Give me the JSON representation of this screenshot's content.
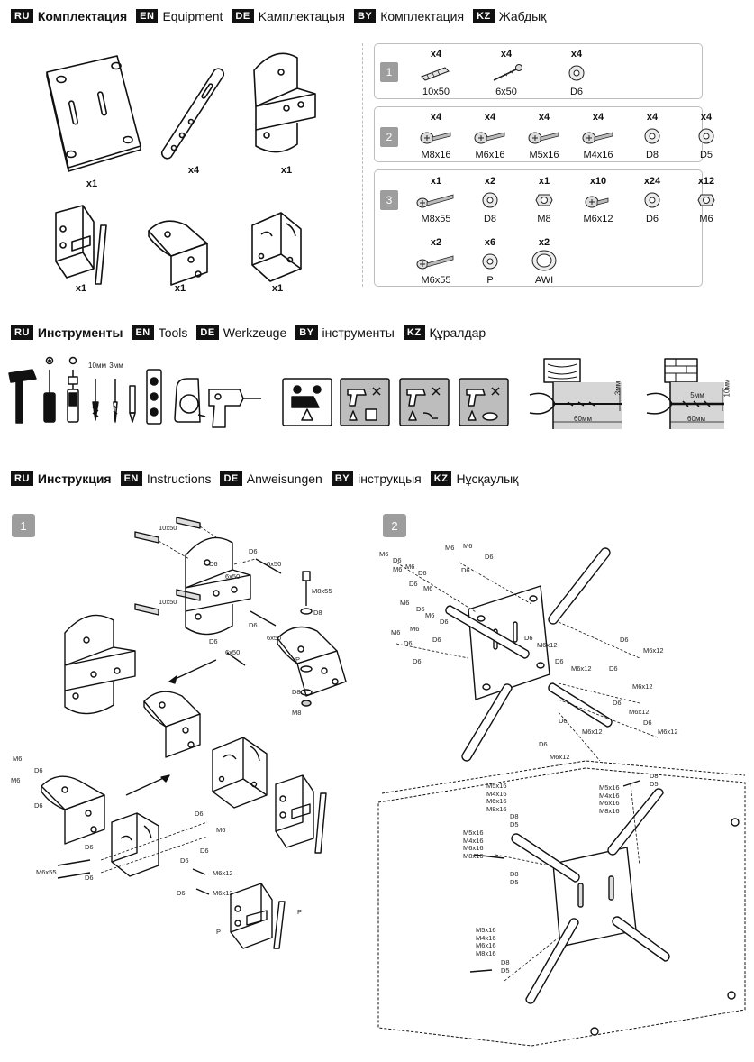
{
  "sections": {
    "equipment": {
      "headers": [
        {
          "tag": "RU",
          "label": "Комплектация",
          "strong": true
        },
        {
          "tag": "EN",
          "label": "Equipment"
        },
        {
          "tag": "DE",
          "label": "Kамплектацыя"
        },
        {
          "tag": "BY",
          "label": "Комплектация"
        },
        {
          "tag": "KZ",
          "label": "Жабдық"
        }
      ]
    },
    "tools": {
      "headers": [
        {
          "tag": "RU",
          "label": "Инструменты",
          "strong": true
        },
        {
          "tag": "EN",
          "label": "Tools"
        },
        {
          "tag": "DE",
          "label": "Werkzeuge"
        },
        {
          "tag": "BY",
          "label": "iнструменты"
        },
        {
          "tag": "KZ",
          "label": "Құралдар"
        }
      ],
      "drill_sizes": [
        "10мм",
        "3мм"
      ],
      "wood_dims": [
        "3мм",
        "60мм"
      ],
      "brick_dims": [
        "5мм",
        "10мм",
        "60мм"
      ]
    },
    "instructions": {
      "headers": [
        {
          "tag": "RU",
          "label": "Инструкция",
          "strong": true
        },
        {
          "tag": "EN",
          "label": "Instructions"
        },
        {
          "tag": "DE",
          "label": "Anweisungen"
        },
        {
          "tag": "BY",
          "label": "iнструкцыя"
        },
        {
          "tag": "KZ",
          "label": "Нұсқаулық"
        }
      ]
    }
  },
  "parts": {
    "plate_qty": "x1",
    "strap_qty": "x4",
    "bracket_qty": "x1",
    "row2_qty": [
      "x1",
      "x1",
      "x1"
    ]
  },
  "hardware": {
    "box1": {
      "number": "1",
      "items": [
        {
          "qty": "x4",
          "name": "10x50",
          "icon": "anchor"
        },
        {
          "qty": "x4",
          "name": "6x50",
          "icon": "wood-screw"
        },
        {
          "qty": "x4",
          "name": "D6",
          "icon": "washer"
        }
      ]
    },
    "box2": {
      "number": "2",
      "items": [
        {
          "qty": "x4",
          "name": "M8x16",
          "icon": "bolt"
        },
        {
          "qty": "x4",
          "name": "M6x16",
          "icon": "bolt"
        },
        {
          "qty": "x4",
          "name": "M5x16",
          "icon": "bolt"
        },
        {
          "qty": "x4",
          "name": "M4x16",
          "icon": "bolt"
        },
        {
          "qty": "x4",
          "name": "D8",
          "icon": "washer"
        },
        {
          "qty": "x4",
          "name": "D5",
          "icon": "washer"
        }
      ]
    },
    "box3": {
      "number": "3",
      "items": [
        {
          "qty": "x1",
          "name": "M8x55",
          "icon": "long-bolt"
        },
        {
          "qty": "x2",
          "name": "D8",
          "icon": "washer"
        },
        {
          "qty": "x1",
          "name": "M8",
          "icon": "nut"
        },
        {
          "qty": "x10",
          "name": "M6x12",
          "icon": "short-bolt"
        },
        {
          "qty": "x24",
          "name": "D6",
          "icon": "washer"
        },
        {
          "qty": "x12",
          "name": "M6",
          "icon": "nut"
        }
      ],
      "items_row2": [
        {
          "qty": "x2",
          "name": "M6x55",
          "icon": "long-bolt"
        },
        {
          "qty": "x6",
          "name": "P",
          "icon": "washer"
        },
        {
          "qty": "x2",
          "name": "AWI",
          "icon": "cap"
        }
      ]
    }
  },
  "steps": {
    "step1": {
      "number": "1",
      "callouts": {
        "anchor_a": "10x50",
        "anchor_b": "10x50",
        "d6_a": "D6",
        "d6_b": "D6",
        "d6_c": "D6",
        "d6_d": "D6",
        "screw_a": "6x50",
        "screw_b": "6x50",
        "screw_c": "6x50",
        "screw_d": "6x50",
        "m8x55": "M8x55",
        "d8_a": "D8",
        "d8_b": "D8",
        "p_a": "P",
        "m8": "M8",
        "lower": {
          "m6_a": "M6",
          "m6_b": "M6",
          "d6_a": "D6",
          "d6_b": "D6",
          "d6_c": "D6",
          "d6_d": "D6",
          "d6_e": "D6",
          "d6_f": "D6",
          "d6_g": "D6",
          "d6_h": "D6",
          "m6_c": "M6",
          "m6x55": "M6x55",
          "m6x12_a": "M6x12",
          "m6x12_b": "M6x12",
          "p_b": "P",
          "p_c": "P"
        }
      }
    },
    "step2": {
      "number": "2",
      "top_callouts": {
        "m6_1": "M6",
        "d6_1": "D6",
        "m6_2": "M6",
        "d6_2": "D6",
        "m6_3": "M6",
        "d6_3": "D6",
        "m6_4": "M6",
        "d6_4": "D6",
        "m6_5": "M6",
        "d6_5": "D6",
        "m6_6": "M6",
        "d6_6": "D6",
        "m6_7": "M6",
        "d6_7": "D6",
        "m6_8": "M6",
        "d6_8": "D6",
        "m6_9": "M6",
        "d6_9": "D6",
        "d6_10": "D6",
        "d6_11": "D6",
        "d6_12": "D6",
        "m6x12_1": "M6x12",
        "m6x12_2": "M6x12",
        "m6x12_3": "M6x12",
        "m6x12_4": "M6x12",
        "m6x12_5": "M6x12",
        "m6x12_6": "M6x12",
        "m6x12_7": "M6x12",
        "m6x12_8": "M6x12",
        "d6_13": "D6",
        "d6_14": "D6",
        "d6_15": "D6",
        "d6_16": "D6",
        "d6_17": "D6",
        "d6_18": "D6"
      },
      "bolt_sets": [
        "M5x16",
        "M4x16",
        "M6x16",
        "M8x16"
      ],
      "washer_sets": [
        "D8",
        "D5"
      ]
    }
  }
}
